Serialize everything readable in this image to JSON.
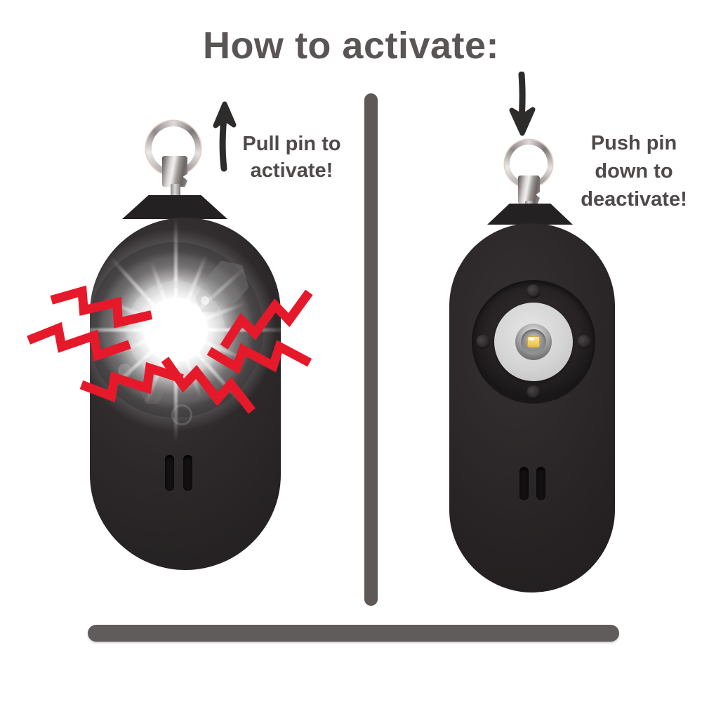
{
  "title": "How to activate:",
  "panels": {
    "activate": {
      "caption_lines": [
        "Pull pin to",
        "activate!"
      ],
      "arrow_icon": "arrow-up",
      "device": "personal alarm keychain",
      "device_state": "activated: light and siren on"
    },
    "deactivate": {
      "caption_lines": [
        "Push pin",
        "down to",
        "deactivate!"
      ],
      "arrow_icon": "arrow-down",
      "device": "personal alarm keychain",
      "device_state": "deactivated: light off"
    }
  },
  "colors": {
    "background": "#ffffff",
    "title_text": "#5a5555",
    "caption_text": "#4f4a4a",
    "alarm_red": "#e6192b",
    "divider_gray": "#5e5857",
    "device_black": "#262324"
  }
}
